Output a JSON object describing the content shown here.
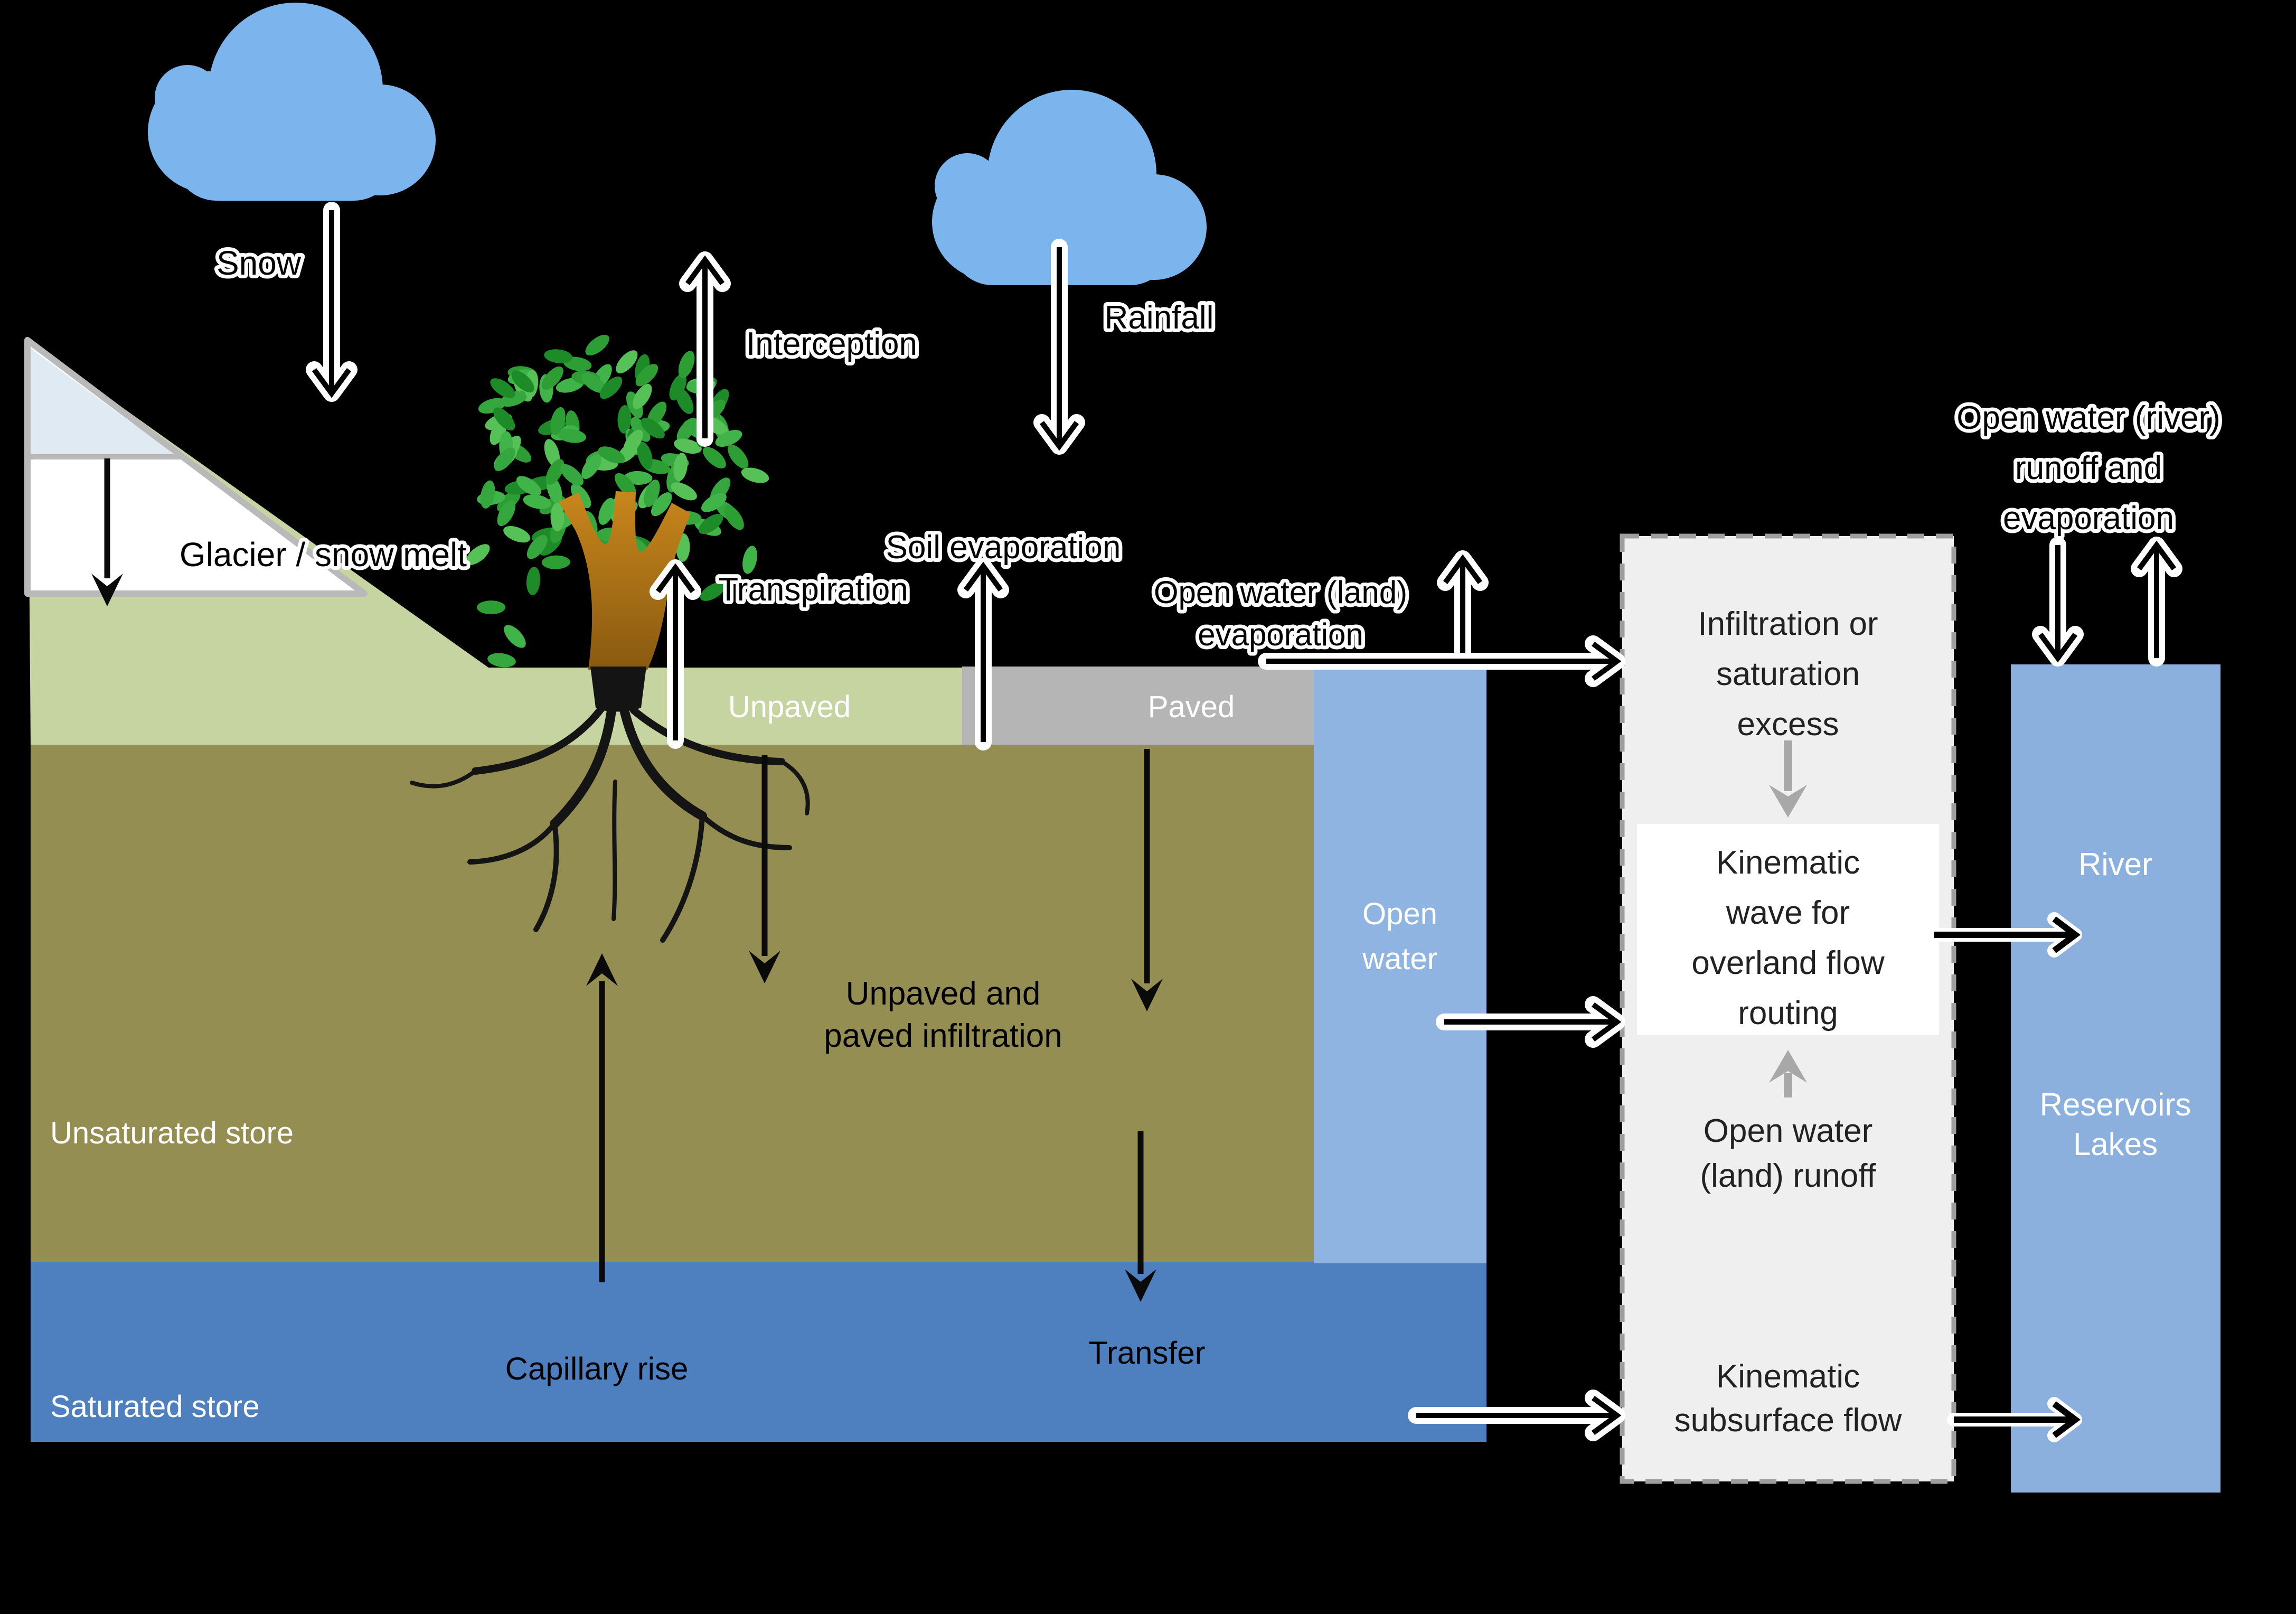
{
  "scene": {
    "sky": {
      "snow_label": "Snow",
      "rainfall_label": "Rainfall"
    },
    "glacier": {
      "label": "Glacier / snow melt"
    },
    "tree": {
      "interception_label": "Interception",
      "transpiration_label": "Transpiration"
    },
    "surface": {
      "soil_evaporation_label": "Soil evaporation",
      "open_water_land_evaporation": [
        "Open water (land)",
        "evaporation"
      ],
      "unpaved_label": "Unpaved",
      "paved_label": "Paved"
    },
    "stores": {
      "open_water": [
        "Open",
        "water"
      ],
      "infiltration": [
        "Unpaved and",
        "paved infiltration"
      ],
      "unsaturated_label": "Unsaturated store",
      "capillary_label": "Capillary rise",
      "transfer_label": "Transfer",
      "saturated_label": "Saturated store"
    },
    "model_panel": {
      "infiltration_excess": [
        "Infiltration or",
        "saturation",
        "excess"
      ],
      "kinematic_wave_box": [
        "Kinematic",
        "wave for",
        "overland flow",
        "routing"
      ],
      "open_water_land_runoff": [
        "Open water",
        "(land) runoff"
      ],
      "kinematic_subsurface_flow": [
        "Kinematic",
        "subsurface flow"
      ]
    },
    "river_column": {
      "header": [
        "Open water (river)",
        "runoff and",
        "evaporation"
      ],
      "river_label": "River",
      "reservoirs_label": "Reservoirs",
      "lakes_label": "Lakes"
    }
  },
  "colors": {
    "background": "#000000",
    "cloud_blue": "#7cb5ee",
    "glacier_ice": "#dfeaf2",
    "glacier_snow": "#ffffff",
    "glacier_border": "#b9b9b9",
    "vegetated_green": "#c6d4a2",
    "paved_gray": "#b5b5b5",
    "unsaturated_olive": "#958e52",
    "saturated_blue": "#4e7fbe",
    "open_water_blue": "#8fb4e2",
    "river_blue": "#8cb0de",
    "panel_bg": "#efefef",
    "panel_border": "#9e9e9e",
    "white_box": "#ffffff",
    "gray_arrow": "#a8a8a8",
    "trunk_brown": "#9c6a18",
    "leaf_greens": [
      "#2d9e33",
      "#41b449",
      "#1d8c28",
      "#55c157",
      "#36a63e"
    ]
  }
}
